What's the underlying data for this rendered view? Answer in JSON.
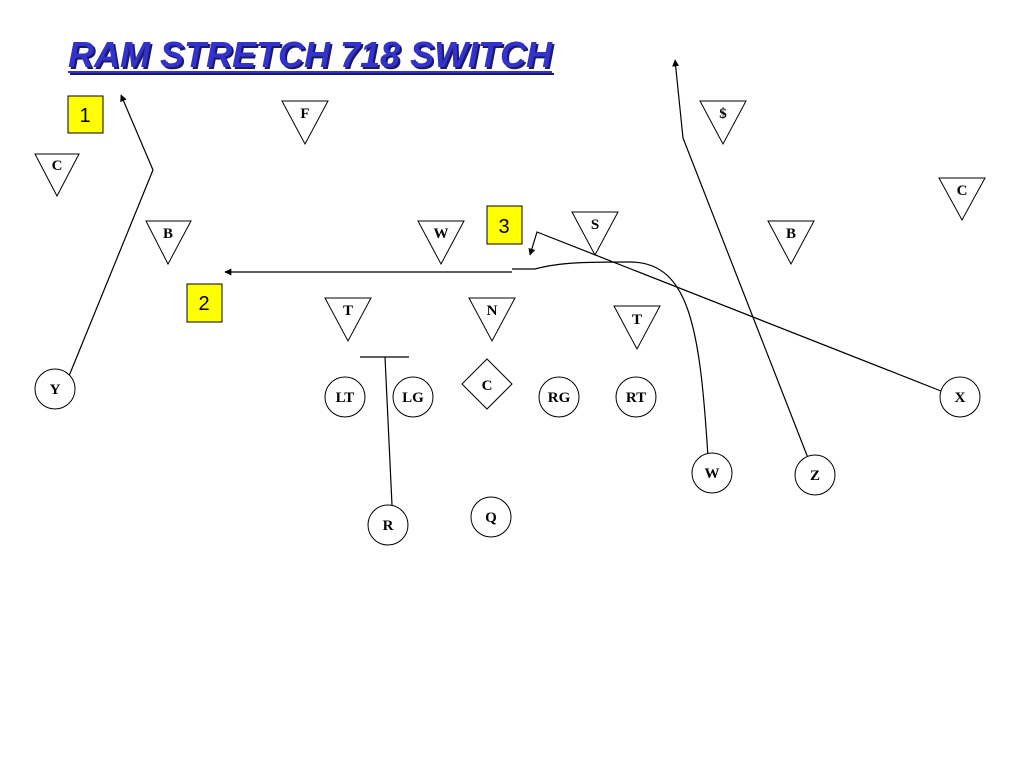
{
  "title": "RAM STRETCH 718 SWITCH",
  "colors": {
    "title": "#3333cc",
    "title_shadow": "#1a1a66",
    "tag_fill": "#ffff00"
  },
  "tags": [
    "1",
    "2",
    "3"
  ],
  "offense": {
    "receivers": [
      "Y",
      "X",
      "W",
      "Z"
    ],
    "line": [
      "LT",
      "LG",
      "C",
      "RG",
      "RT"
    ],
    "backs": [
      "R",
      "Q"
    ]
  },
  "defense": [
    "C",
    "F",
    "$",
    "C",
    "B",
    "W",
    "S",
    "B",
    "T",
    "N",
    "T"
  ]
}
